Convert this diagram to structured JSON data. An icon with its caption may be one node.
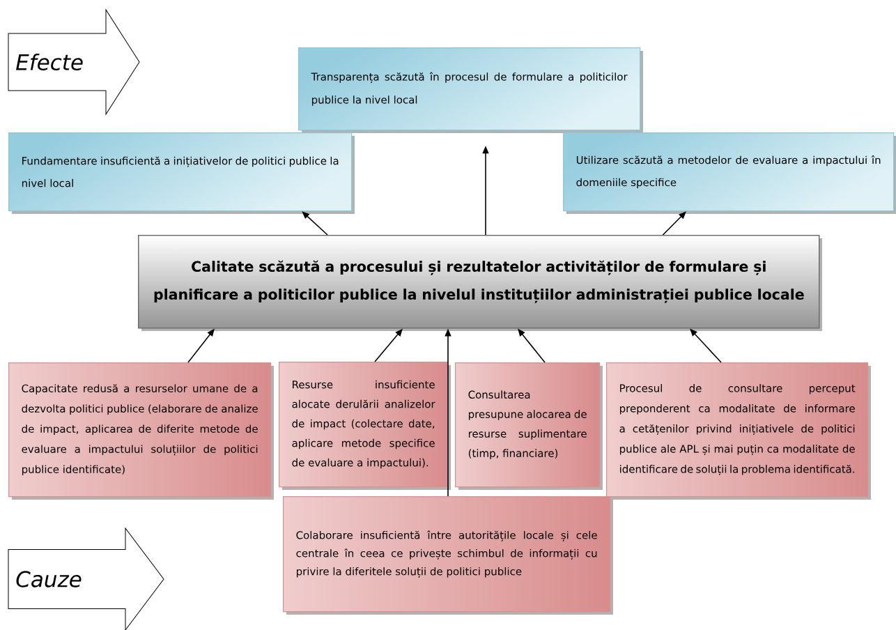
{
  "diagram": {
    "nodes": [
      {
        "text": [
          "Efecte"
        ]
      },
      {
        "text": [
          "Transparența scăzută în procesul de formulare a politicilor publice la nivel local"
        ]
      },
      {
        "text": [
          "Fundamentare insuficientă a inițiativelor de politici publice la nivel local"
        ]
      },
      {
        "text": [
          "Utilizare scăzută a metodelor de evaluare a impactului în domeniile specifice"
        ]
      },
      {
        "text": [
          "Calitate scăzută a procesului și rezultatelor activităților de formulare și planificare a politicilor publice la nivelul instituțiilor administrației publice locale"
        ]
      },
      {
        "text": [
          "Capacitate redusă a resurselor umane de a dezvolta politici publice (elaborare de analize de impact, aplicarea de diferite metode de evaluare a impactului soluțiilor de politici publice identificate)"
        ]
      },
      {
        "text": [
          "Resurse insuficiente alocate derulării analizelor de impact (colectare date, aplicare metode specifice de evaluare a impactului)."
        ]
      },
      {
        "text": [
          "Consultarea presupune alocarea de resurse suplimentare (timp, financiare)"
        ]
      },
      {
        "text": [
          "Procesul de consultare perceput preponderent ca modalitate de informare a cetățenilor privind inițiativele de politici publice ale APL și mai puțin ca modalitate de identificare de soluții la problema identificată."
        ]
      },
      {
        "text": [
          "Colaborare insuficientă între autoritățile locale și cele centrale în ceea ce privește schimbul de informații cu privire la diferitele soluții de politici publice"
        ]
      },
      {
        "text": [
          "Cauze"
        ]
      }
    ],
    "edges": [
      {
        "from": 4,
        "to": 2,
        "arrow": "to"
      },
      {
        "from": 4,
        "to": 1,
        "arrow": "to"
      },
      {
        "from": 4,
        "to": 3,
        "arrow": "to"
      },
      {
        "from": 5,
        "to": 4,
        "arrow": "to"
      },
      {
        "from": 6,
        "to": 4,
        "arrow": "to"
      },
      {
        "from": 9,
        "to": 4,
        "arrow": "to"
      },
      {
        "from": 7,
        "to": 4,
        "arrow": "to"
      },
      {
        "from": 8,
        "to": 4,
        "arrow": "to"
      }
    ]
  }
}
